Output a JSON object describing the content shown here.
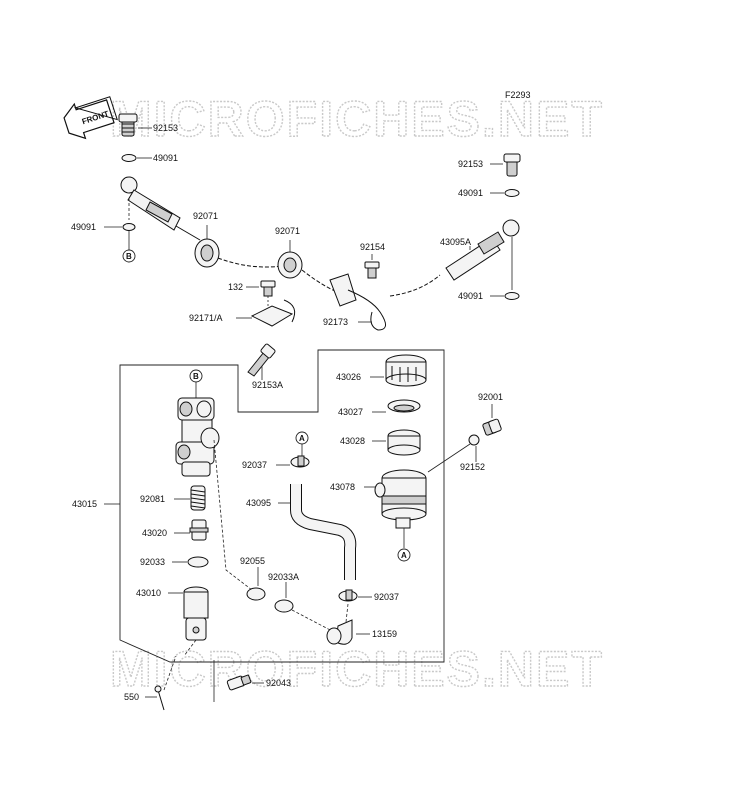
{
  "figure_code": "F2293",
  "front_label": "FRONT",
  "watermark": "MICROFICHES.NET",
  "ref_markers": {
    "a": "A",
    "b": "B"
  },
  "part_numbers": {
    "bolt_top_left": "92153",
    "washer_top_left_upper": "49091",
    "washer_top_left_lower": "49091",
    "grommet_left": "92071",
    "grommet_mid": "92071",
    "bolt_top_right": "92153",
    "washer_top_right_upper": "49091",
    "washer_top_right_lower": "49091",
    "bolt_clamp": "92154",
    "brake_hose": "43095A",
    "small_bolt": "132",
    "clamp_bracket": "92171/A",
    "hose_clamp": "92173",
    "cylinder_bolt": "92153A",
    "reservoir_cap": "43026",
    "diaphragm_plate": "43027",
    "diaphragm": "43028",
    "reservoir_tank": "43078",
    "reservoir_bolt": "92001",
    "reservoir_collar": "92152",
    "clip_upper": "92037",
    "reservoir_hose": "43095",
    "master_cylinder": "43015",
    "spring": "92081",
    "piston": "43020",
    "circlip": "92033",
    "o_ring": "92055",
    "circlip_a": "92033A",
    "clip_lower": "92037",
    "push_rod": "43010",
    "elbow": "13159",
    "cotter_pin": "550",
    "pin": "92043"
  }
}
